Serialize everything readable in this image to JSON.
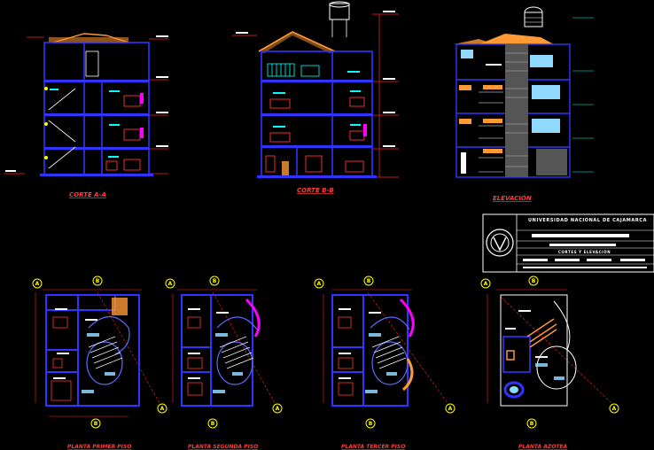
{
  "drawing": {
    "background": "#000000",
    "colors": {
      "wall": "#3333ff",
      "wall_light": "#5b6bff",
      "dim": "#ff2222",
      "annot": "#00ffff",
      "furniture": "#ff3333",
      "roof": "#ff9933",
      "magenta": "#ff00ff",
      "white": "#ffffff",
      "grid_bubble": "#ffff00",
      "stair": "#ffffff",
      "stone": "#bbbbbb"
    }
  },
  "views": {
    "section_a": {
      "label": "CORTE A-A"
    },
    "section_b": {
      "label": "CORTE B-B"
    },
    "elevation": {
      "label": "ELEVACIÓN"
    }
  },
  "plans": [
    {
      "id": "plan-1",
      "label": "PLANTA PRIMER PISO",
      "grid_top": "B",
      "grid_left": "A",
      "grid_right": "B",
      "grid_bottom": "A"
    },
    {
      "id": "plan-2",
      "label": "PLANTA SEGUNDA PISO",
      "grid_top": "B",
      "grid_left": "A",
      "grid_right": "B",
      "grid_bottom": "A"
    },
    {
      "id": "plan-3",
      "label": "PLANTA TERCER PISO",
      "grid_top": "B",
      "grid_left": "A",
      "grid_right": "B",
      "grid_bottom": "A"
    },
    {
      "id": "plan-4",
      "label": "PLANTA AZOTEA",
      "grid_top": "B",
      "grid_left": "A",
      "grid_right": "B",
      "grid_bottom": "A"
    }
  ],
  "title_block": {
    "university": "UNIVERSIDAD NACIONAL DE CAJAMARCA",
    "sheet_title": "CORTES Y ELEVACIÓN"
  }
}
